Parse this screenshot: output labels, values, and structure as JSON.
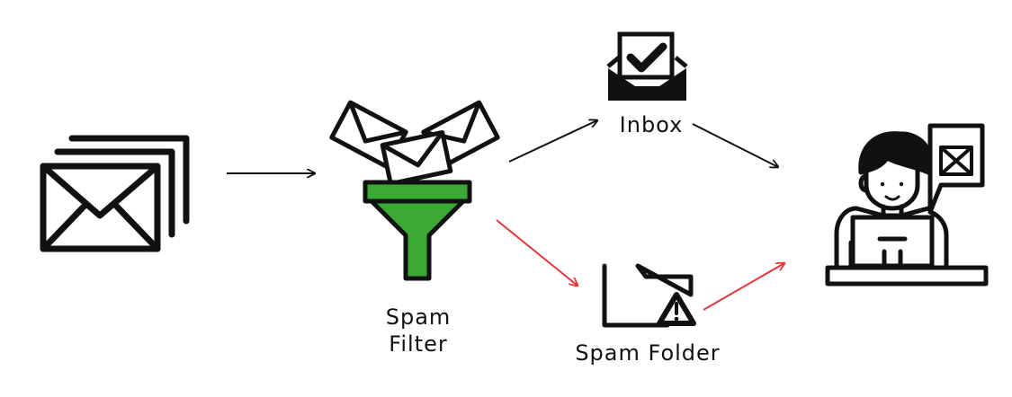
{
  "diagram": {
    "labels": {
      "inbox": "Inbox",
      "spam_filter_line1": "Spam",
      "spam_filter_line2": "Filter",
      "spam_folder": "Spam Folder"
    },
    "colors": {
      "ink": "#111111",
      "filter_fill": "#3aaa35",
      "spam_arrow": "#e8363a"
    },
    "icons": {
      "source": "stacked-envelopes-icon",
      "filter": "funnel-with-envelopes-icon",
      "inbox": "open-envelope-checkmark-icon",
      "spam_folder": "folder-warning-icon",
      "recipient": "person-at-computer-icon"
    }
  }
}
